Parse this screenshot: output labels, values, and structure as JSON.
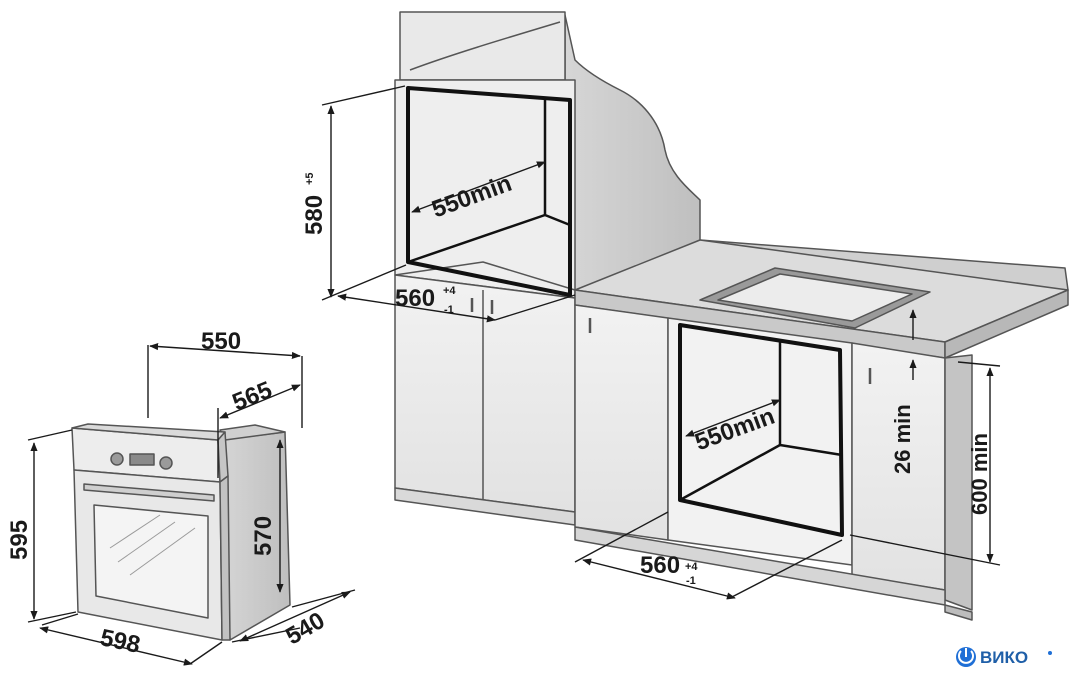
{
  "oven": {
    "width": "598",
    "height": "595",
    "depth": "540",
    "body_width": "550",
    "body_depth": "565",
    "body_height": "570"
  },
  "column_niche": {
    "height": "580",
    "height_tol": "+5",
    "depth": "550min",
    "width": "560",
    "width_tol_plus": "+4",
    "width_tol_minus": "-1"
  },
  "under_counter_niche": {
    "depth": "550min",
    "width": "560",
    "width_tol_plus": "+4",
    "width_tol_minus": "-1",
    "gap": "26 min",
    "height": "600 min"
  },
  "logo": {
    "text": "ВИКО",
    "accent_color": "#1f6fd6"
  },
  "colors": {
    "cabinet_fill": "#e6e6e6",
    "cabinet_side": "#cfcfcf",
    "cabinet_dark": "#bdbdbd",
    "niche_line": "#111111",
    "dim_line": "#1a1a1a"
  }
}
